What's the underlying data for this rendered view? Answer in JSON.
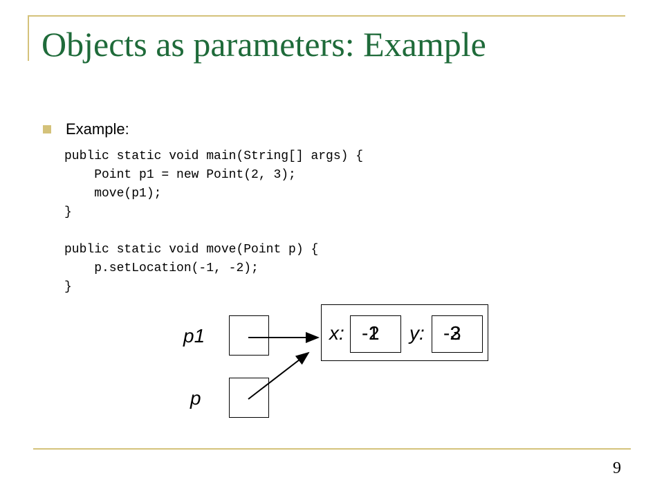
{
  "slide": {
    "title": "Objects as parameters: Example",
    "bullet": "Example:",
    "code_lines": [
      "public static void main(String[] args) {",
      "    Point p1 = new Point(2, 3);",
      "    move(p1);",
      "}",
      "",
      "public static void move(Point p) {",
      "    p.setLocation(-1, -2);",
      "}"
    ],
    "page_number": "9"
  },
  "diagram": {
    "var_p1": "p1",
    "var_p": "p",
    "x_label": "x:",
    "x_old": "2",
    "x_new": "-1",
    "y_label": "y:",
    "y_old": "3",
    "y_new": "-2"
  },
  "colors": {
    "title": "#1f6b3a",
    "accent": "#d4c27a"
  }
}
